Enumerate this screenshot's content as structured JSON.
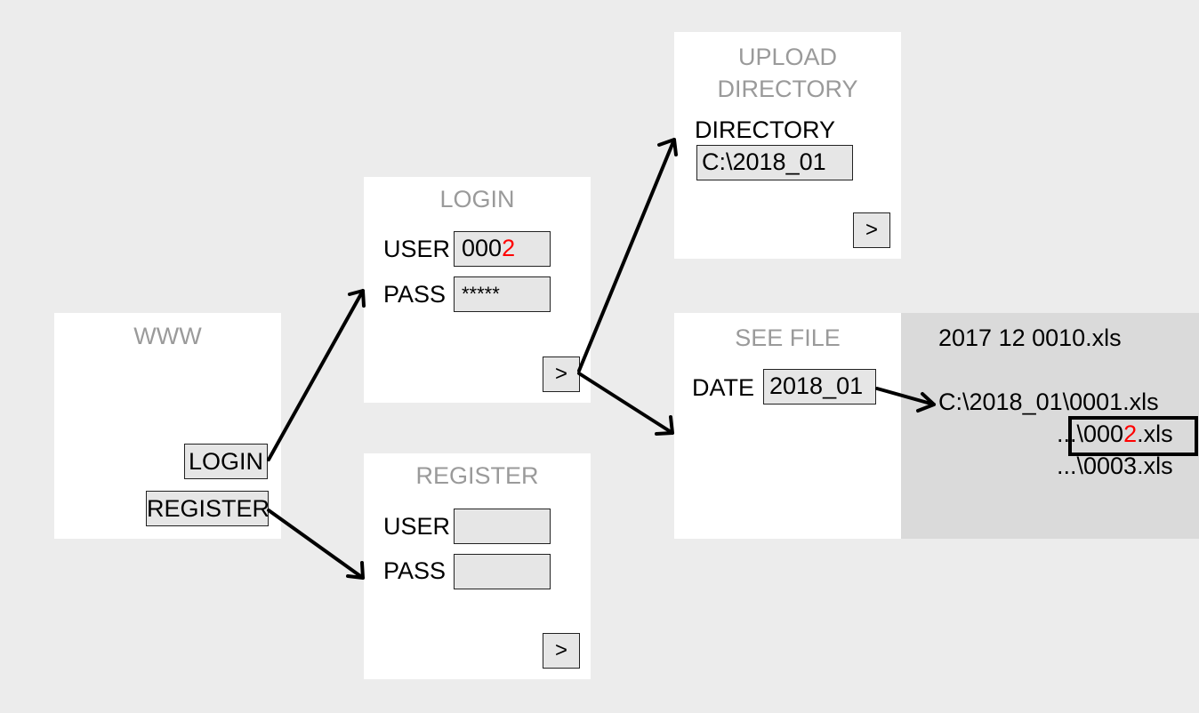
{
  "www": {
    "title": "WWW",
    "login_button": "LOGIN",
    "register_button": "REGISTER"
  },
  "login": {
    "title": "LOGIN",
    "user_label": "USER",
    "user_value_prefix": "000",
    "user_value_highlight": "2",
    "pass_label": "PASS",
    "pass_value": "*****",
    "next_button": ">"
  },
  "register": {
    "title": "REGISTER",
    "user_label": "USER",
    "user_value": "",
    "pass_label": "PASS",
    "pass_value": "",
    "next_button": ">"
  },
  "upload": {
    "title_line1": "UPLOAD",
    "title_line2": "DIRECTORY",
    "directory_label": "DIRECTORY",
    "directory_value": "C:\\2018_01",
    "next_button": ">"
  },
  "see_file": {
    "title": "SEE FILE",
    "date_label": "DATE",
    "date_value": "2018_01"
  },
  "file_list": {
    "file_top": "2017 12 0010.xls",
    "file_1": "C:\\2018_01\\0001.xls",
    "file_2_prefix": "...\\000",
    "file_2_highlight": "2",
    "file_2_suffix": ".xls",
    "file_3": "...\\0003.xls"
  },
  "colors": {
    "background": "#ececec",
    "panel": "#ffffff",
    "file_list_background": "#dadada",
    "field": "#e6e6e6",
    "title_gray": "#9a9a9a",
    "highlight_red": "#ff0000"
  }
}
